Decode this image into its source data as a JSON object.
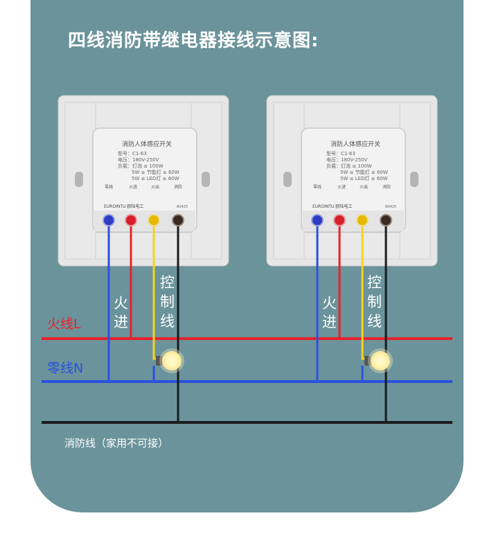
{
  "title": "四线消防带继电器接线示意图:",
  "lines": {
    "live": {
      "label": "火线L",
      "color": "#e8212a"
    },
    "neutral": {
      "label": "零线N",
      "color": "#2c50e0"
    },
    "fire": {
      "label": "",
      "color": "#1a1a1a"
    },
    "control": {
      "color": "#f6d51c"
    }
  },
  "wire_labels": {
    "live_in": "火进",
    "control": "控制线"
  },
  "footnote": "消防线（家用不可接）",
  "module": {
    "name": "消防人体感应开关",
    "spec_lines": [
      "型号：C1-63",
      "电压：180V-250V",
      "负载：灯泡 ≤ 100W",
      "5W ≤ 节能灯 ≤ 60W",
      "5W ≤ LED灯 ≤ 60W"
    ],
    "terminal_labels": [
      "零线",
      "火进",
      "火出",
      "消防"
    ],
    "brand": "EUROINTU 欧陆电工",
    "code": "B0425"
  },
  "switches": [
    "switch-left",
    "switch-right"
  ]
}
